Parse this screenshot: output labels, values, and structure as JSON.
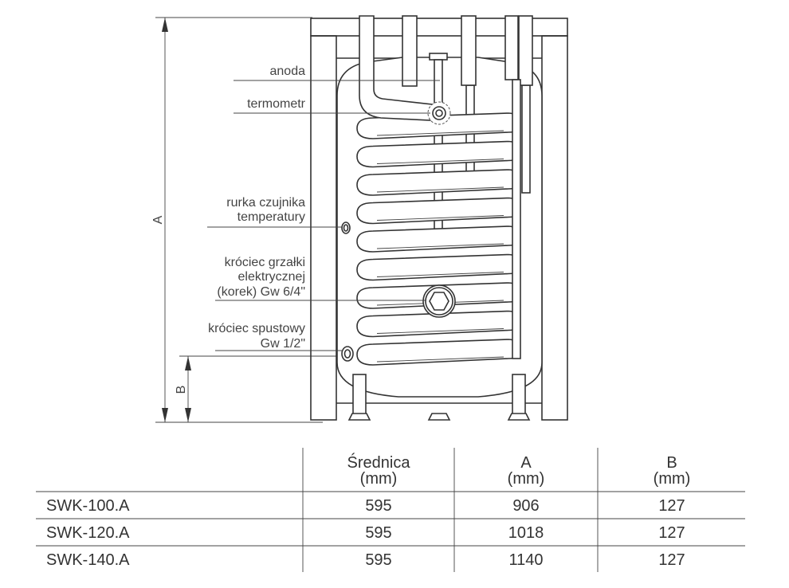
{
  "diagram": {
    "labels": {
      "anoda": "anoda",
      "termometr": "termometr",
      "rurka_1": "rurka czujnika",
      "rurka_2": "temperatury",
      "grzalka_1": "króciec grzałki",
      "grzalka_2": "elektrycznej",
      "grzalka_3": "(korek) Gw 6/4\"",
      "spust_1": "króciec spustowy",
      "spust_2": "Gw 1/2\""
    },
    "dimensions": {
      "a": "A",
      "b": "B"
    },
    "coil_turns": 9
  },
  "table": {
    "headers": [
      {
        "line1": "Średnica",
        "line2": "(mm)"
      },
      {
        "line1": "A",
        "line2": "(mm)"
      },
      {
        "line1": "B",
        "line2": "(mm)"
      }
    ],
    "rows": [
      {
        "model": "SWK-100.A",
        "srednica": "595",
        "a": "906",
        "b": "127"
      },
      {
        "model": "SWK-120.A",
        "srednica": "595",
        "a": "1018",
        "b": "127"
      },
      {
        "model": "SWK-140.A",
        "srednica": "595",
        "a": "1140",
        "b": "127"
      }
    ]
  }
}
